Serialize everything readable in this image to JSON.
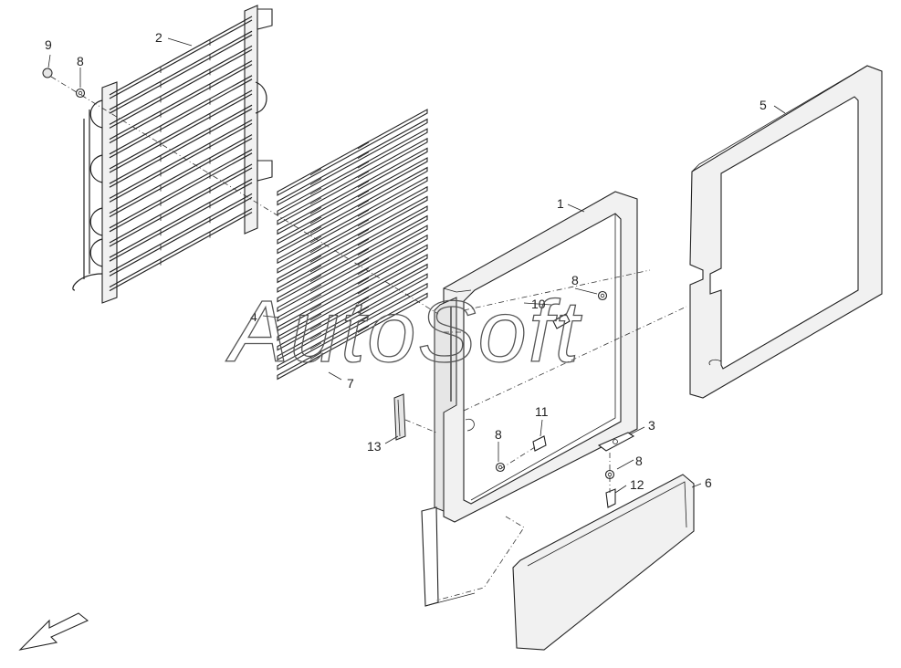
{
  "watermark": "AutoSoft",
  "callouts": [
    {
      "id": "c9a",
      "text": "9"
    },
    {
      "id": "c8a",
      "text": "8"
    },
    {
      "id": "c2",
      "text": "2"
    },
    {
      "id": "c5",
      "text": "5"
    },
    {
      "id": "c1",
      "text": "1"
    },
    {
      "id": "c8b",
      "text": "8"
    },
    {
      "id": "c10",
      "text": "10"
    },
    {
      "id": "c4",
      "text": "4"
    },
    {
      "id": "c7",
      "text": "7"
    },
    {
      "id": "c11",
      "text": "11"
    },
    {
      "id": "c3",
      "text": "3"
    },
    {
      "id": "c8c",
      "text": "8"
    },
    {
      "id": "c8d",
      "text": "8"
    },
    {
      "id": "c13",
      "text": "13"
    },
    {
      "id": "c12",
      "text": "12"
    },
    {
      "id": "c6",
      "text": "6"
    }
  ]
}
